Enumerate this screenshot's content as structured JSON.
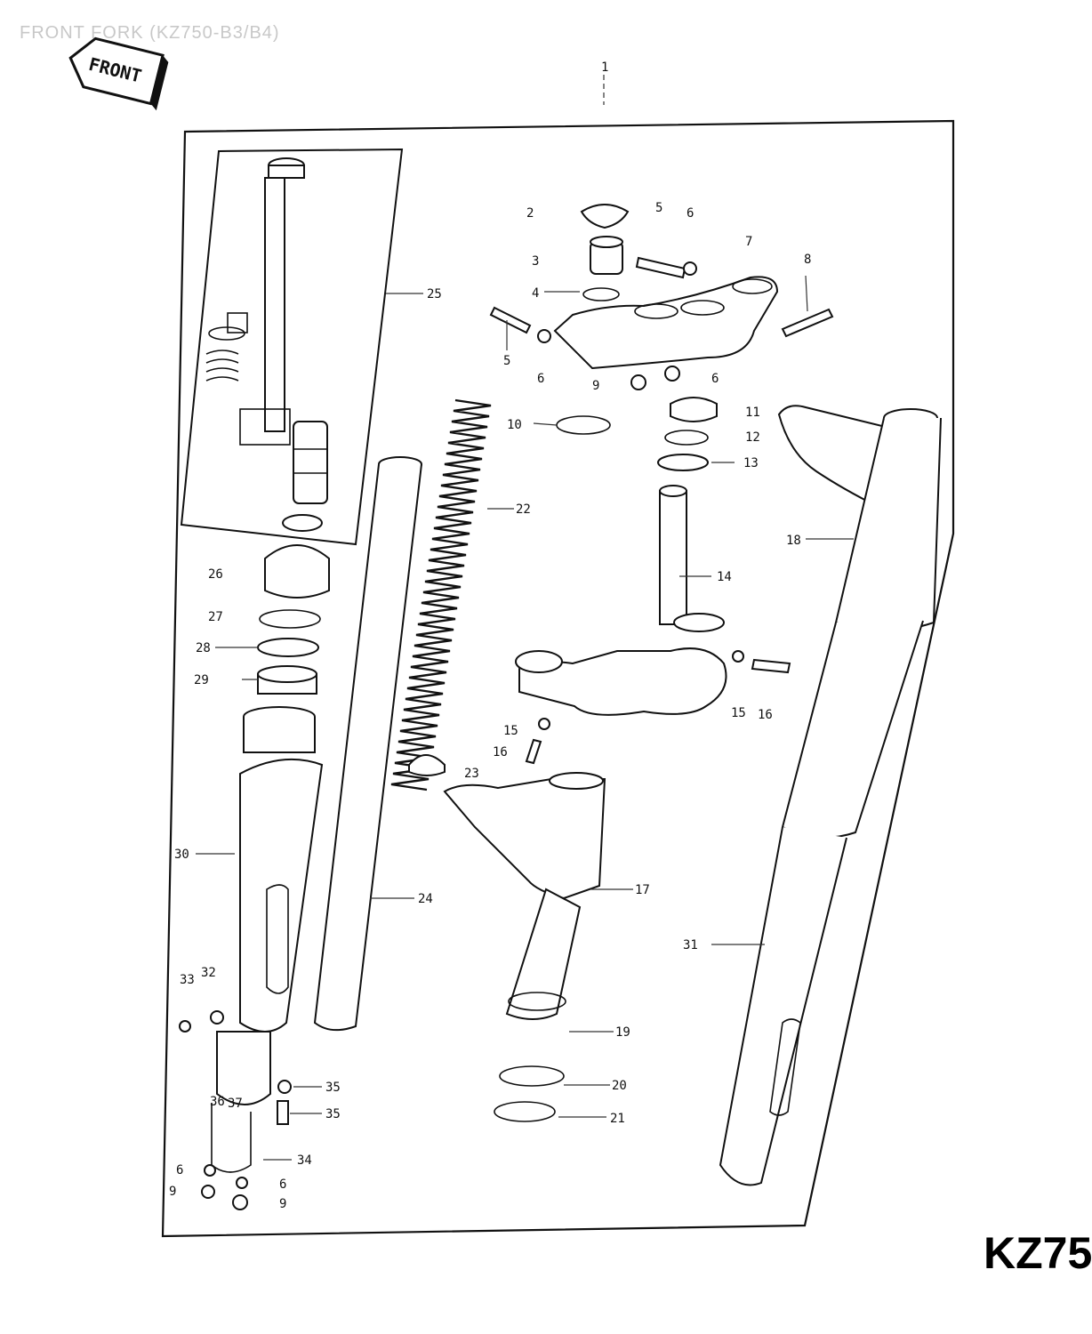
{
  "page": {
    "faint_title": "FRONT FORK (KZ750-B3/B4)",
    "front_label": "FRONT",
    "model_label": "KZ75"
  },
  "callouts": {
    "c1": "1",
    "c2": "2",
    "c3": "3",
    "c4": "4",
    "c5a": "5",
    "c5b": "5",
    "c6a": "6",
    "c6b": "6",
    "c6c": "6",
    "c6d": "6",
    "c6e": "6",
    "c7": "7",
    "c8": "8",
    "c9a": "9",
    "c9b": "9",
    "c9c": "9",
    "c10": "10",
    "c11": "11",
    "c12": "12",
    "c13": "13",
    "c14": "14",
    "c15a": "15",
    "c15b": "15",
    "c16a": "16",
    "c16b": "16",
    "c17": "17",
    "c18": "18",
    "c19": "19",
    "c20": "20",
    "c21": "21",
    "c22": "22",
    "c23": "23",
    "c24": "24",
    "c25": "25",
    "c26": "26",
    "c27": "27",
    "c28": "28",
    "c29": "29",
    "c30": "30",
    "c31": "31",
    "c32": "32",
    "c33": "33",
    "c34": "34",
    "c35a": "35",
    "c35b": "35",
    "c36": "36",
    "c37": "37"
  }
}
